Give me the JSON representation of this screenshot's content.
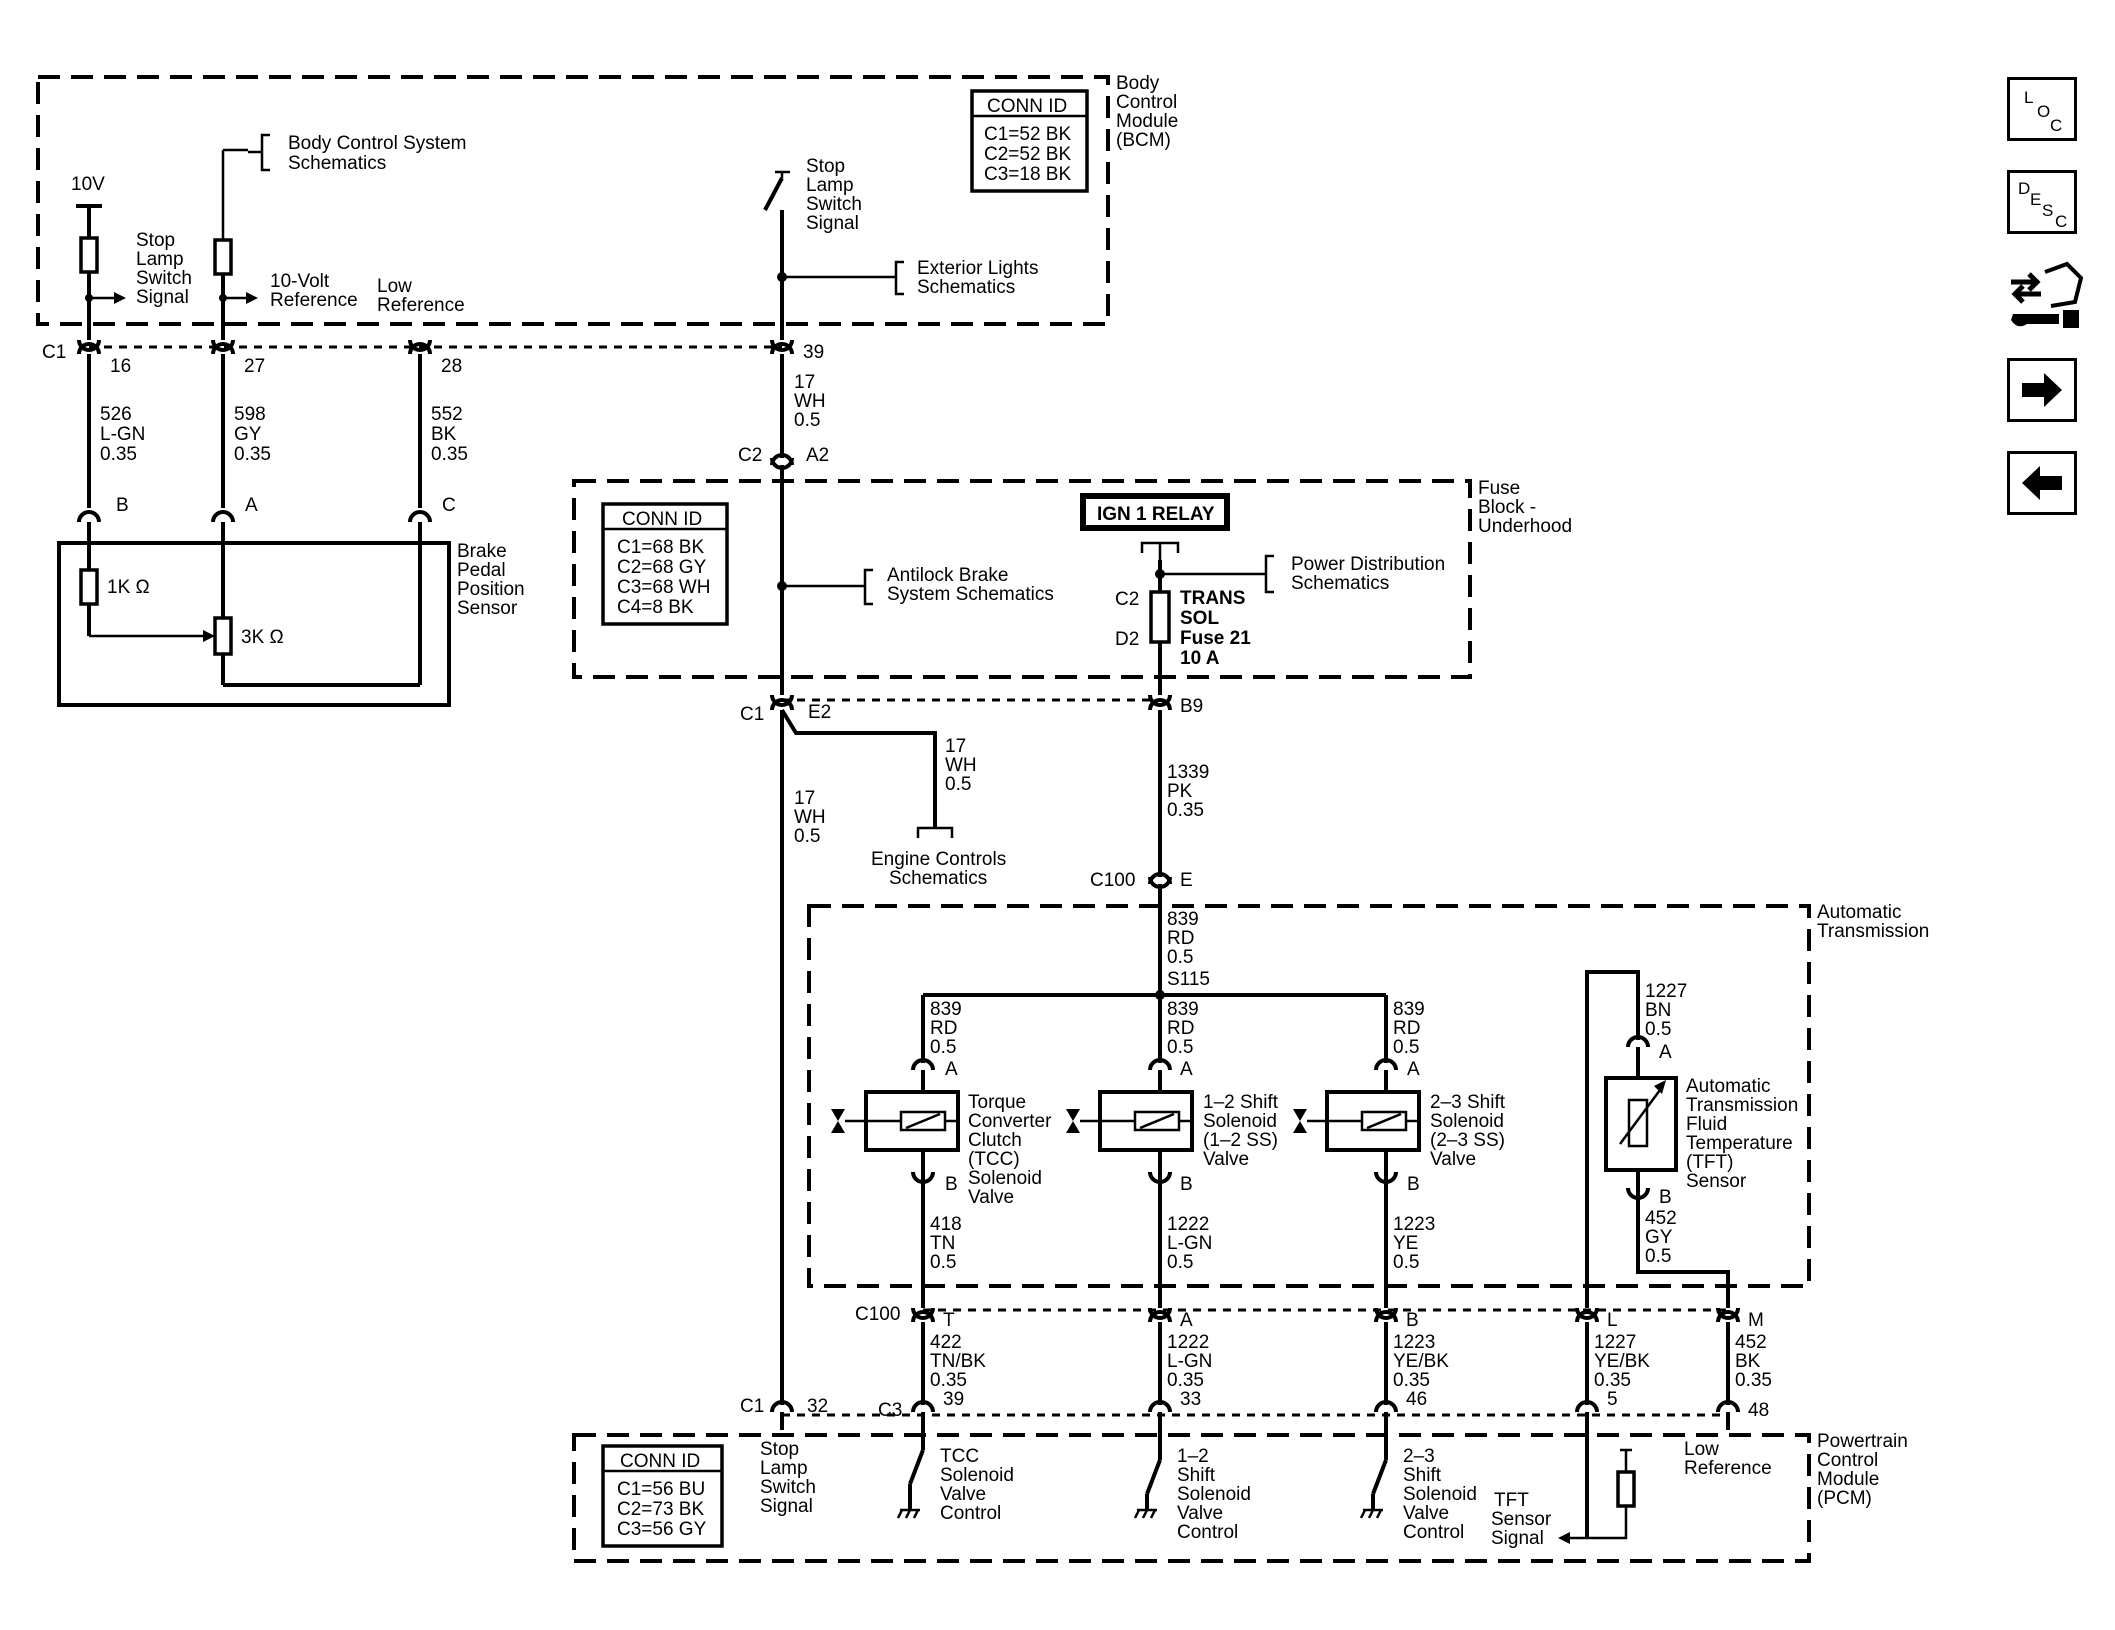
{
  "modules": {
    "bcm": [
      "Body",
      "Control",
      "Module",
      "(BCM)"
    ],
    "fuse_block": [
      "Fuse",
      "Block -",
      "Underhood"
    ],
    "auto_trans": [
      "Automatic",
      "Transmission"
    ],
    "pcm": [
      "Powertrain",
      "Control",
      "Module",
      "(PCM)"
    ],
    "brake_sensor": [
      "Brake",
      "Pedal",
      "Position",
      "Sensor"
    ]
  },
  "conn_tables": {
    "bcm": {
      "title": "CONN ID",
      "rows": [
        "C1=52 BK",
        "C2=52 BK",
        "C3=18 BK"
      ]
    },
    "fuse": {
      "title": "CONN ID",
      "rows": [
        "C1=68 BK",
        "C2=68 GY",
        "C3=68 WH",
        "C4=8 BK"
      ]
    },
    "pcm": {
      "title": "CONN ID",
      "rows": [
        "C1=56 BU",
        "C2=73 BK",
        "C3=56 GY"
      ]
    }
  },
  "bcm_labels": {
    "v10": "10V",
    "body_ctrl_ref": [
      "Body Control System",
      "Schematics"
    ],
    "stop_lamp_sig": [
      "Stop",
      "Lamp",
      "Switch",
      "Signal"
    ],
    "ref_10v": [
      "10-Volt",
      "Reference"
    ],
    "low_ref": [
      "Low",
      "Reference"
    ],
    "stop_lamp_sw": [
      "Stop",
      "Lamp",
      "Switch",
      "Signal"
    ],
    "ext_lights_ref": [
      "Exterior Lights",
      "Schematics"
    ]
  },
  "bcm_pins": {
    "conn": "C1",
    "p16": "16",
    "p27": "27",
    "p28": "28",
    "p39": "39"
  },
  "wires_top": {
    "w526": [
      "526",
      "L-GN",
      "0.35"
    ],
    "w598": [
      "598",
      "GY",
      "0.35"
    ],
    "w552": [
      "552",
      "BK",
      "0.35"
    ],
    "w17a": [
      "17",
      "WH",
      "0.5"
    ],
    "w17b": [
      "17",
      "WH",
      "0.5"
    ],
    "w17c": [
      "17",
      "WH",
      "0.5"
    ],
    "w1339": [
      "1339",
      "PK",
      "0.35"
    ]
  },
  "sensor": {
    "pin_b": "B",
    "pin_a": "A",
    "pin_c": "C",
    "r1": "1K Ω",
    "r3": "3K Ω"
  },
  "fuse_labels": {
    "c2a2_conn": "C2",
    "c2a2_pin": "A2",
    "abs_ref": [
      "Antilock Brake",
      "System Schematics"
    ],
    "relay": "IGN 1 RELAY",
    "power_dist_ref": [
      "Power Distribution",
      "Schematics"
    ],
    "c2": "C2",
    "d2": "D2",
    "fuse": [
      "TRANS",
      "SOL",
      "Fuse 21",
      "10 A"
    ],
    "c1": "C1",
    "e2": "E2",
    "b9": "B9"
  },
  "engine_ref": [
    "Engine Controls",
    "Schematics"
  ],
  "c100_top": {
    "conn": "C100",
    "pin": "E"
  },
  "trans": {
    "w839_main": [
      "839",
      "RD",
      "0.5"
    ],
    "splice": "S115",
    "w839_l": [
      "839",
      "RD",
      "0.5"
    ],
    "w839_m": [
      "839",
      "RD",
      "0.5"
    ],
    "w839_r": [
      "839",
      "RD",
      "0.5"
    ],
    "w1227": [
      "1227",
      "BN",
      "0.5"
    ],
    "tcc": [
      "Torque",
      "Converter",
      "Clutch",
      "(TCC)",
      "Solenoid",
      "Valve"
    ],
    "ss12": [
      "1–2 Shift",
      "Solenoid",
      "(1–2 SS)",
      "Valve"
    ],
    "ss23": [
      "2–3 Shift",
      "Solenoid",
      "(2–3 SS)",
      "Valve"
    ],
    "tft": [
      "Automatic",
      "Transmission",
      "Fluid",
      "Temperature",
      "(TFT)",
      "Sensor"
    ],
    "pin_a": "A",
    "pin_b": "B",
    "w418": [
      "418",
      "TN",
      "0.5"
    ],
    "w1222": [
      "1222",
      "L-GN",
      "0.5"
    ],
    "w1223": [
      "1223",
      "YE",
      "0.5"
    ],
    "w452": [
      "452",
      "GY",
      "0.5"
    ]
  },
  "c100_bottom": {
    "conn": "C100",
    "pins": [
      "T",
      "A",
      "B",
      "L",
      "M"
    ]
  },
  "lower_wires": {
    "w422": [
      "422",
      "TN/BK",
      "0.35"
    ],
    "w1222": [
      "1222",
      "L-GN",
      "0.35"
    ],
    "w1223": [
      "1223",
      "YE/BK",
      "0.35"
    ],
    "w1227": [
      "1227",
      "YE/BK",
      "0.35"
    ],
    "w452": [
      "452",
      "BK",
      "0.35"
    ]
  },
  "pcm_pins": {
    "c1": "C1",
    "p32": "32",
    "c3": "C3",
    "p39": "39",
    "p33": "33",
    "p46": "46",
    "p5": "5",
    "p48": "48"
  },
  "pcm_labels": {
    "stop_lamp": [
      "Stop",
      "Lamp",
      "Switch",
      "Signal"
    ],
    "tcc": [
      "TCC",
      "Solenoid",
      "Valve",
      "Control"
    ],
    "ss12": [
      "1–2",
      "Shift",
      "Solenoid",
      "Valve",
      "Control"
    ],
    "ss23": [
      "2–3",
      "Shift",
      "Solenoid",
      "Valve",
      "Control"
    ],
    "tft": [
      "TFT",
      "Sensor",
      "Signal"
    ],
    "low_ref": [
      "Low",
      "Reference"
    ]
  },
  "nav_icons": {
    "loc": [
      "L",
      "O",
      "C"
    ],
    "desc": [
      "D",
      "E",
      "S",
      "C"
    ]
  }
}
